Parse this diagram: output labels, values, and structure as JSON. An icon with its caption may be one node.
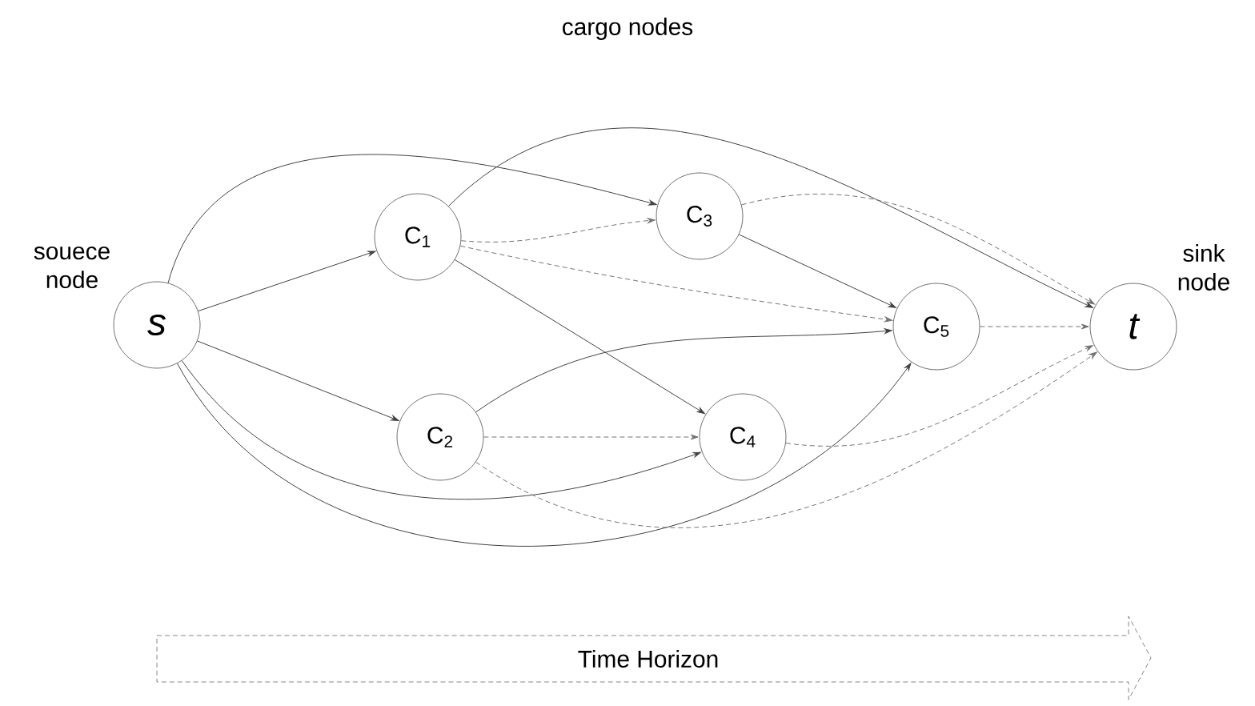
{
  "diagram": {
    "nodes": [
      {
        "text": [
          "s"
        ],
        "beside": [
          "souece node"
        ]
      },
      {
        "text": [
          "C$_{1}$"
        ]
      },
      {
        "text": [
          "C$_{2}$"
        ]
      },
      {
        "text": [
          "C$_{3}$"
        ]
      },
      {
        "text": [
          "C$_{4}$"
        ]
      },
      {
        "text": [
          "C$_{5}$"
        ]
      },
      {
        "text": [
          "t"
        ],
        "beside": [
          "sink node"
        ]
      },
      {
        "text": [
          "Time Horizon"
        ]
      }
    ],
    "edges": [
      {
        "from": 0,
        "to": 1,
        "arrow": "to"
      },
      {
        "from": 0,
        "to": 2,
        "arrow": "to"
      },
      {
        "from": 0,
        "to": 3,
        "arrow": "to"
      },
      {
        "from": 0,
        "to": 4,
        "arrow": "to"
      },
      {
        "from": 0,
        "to": 5,
        "arrow": "to"
      },
      {
        "from": 1,
        "to": 3,
        "arrow": "to",
        "style": "dashed"
      },
      {
        "from": 1,
        "to": 4,
        "arrow": "to"
      },
      {
        "from": 1,
        "to": 5,
        "arrow": "to",
        "style": "dashed"
      },
      {
        "from": 1,
        "to": 6,
        "arrow": "to"
      },
      {
        "from": 2,
        "to": 4,
        "arrow": "to",
        "style": "dashed"
      },
      {
        "from": 2,
        "to": 5,
        "arrow": "to"
      },
      {
        "from": 2,
        "to": 6,
        "arrow": "to",
        "style": "dashed"
      },
      {
        "from": 3,
        "to": 5,
        "arrow": "to"
      },
      {
        "from": 3,
        "to": 6,
        "arrow": "to",
        "style": "dashed"
      },
      {
        "from": 4,
        "to": 6,
        "arrow": "to",
        "style": "dashed"
      },
      {
        "from": 5,
        "to": 6,
        "arrow": "to",
        "style": "dashed"
      }
    ],
    "labels": [
      "cargo nodes"
    ]
  }
}
